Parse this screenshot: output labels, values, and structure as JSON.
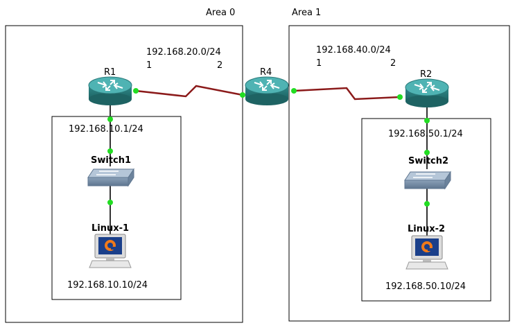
{
  "areas": [
    {
      "label": "Area 0"
    },
    {
      "label": "Area 1"
    }
  ],
  "links": [
    {
      "network": "192.168.20.0/24",
      "end_a": "1",
      "end_b": "2"
    },
    {
      "network": "192.168.40.0/24",
      "end_a": "1",
      "end_b": "2"
    }
  ],
  "routers": [
    {
      "name": "R1"
    },
    {
      "name": "R4"
    },
    {
      "name": "R2"
    }
  ],
  "switches": [
    {
      "name": "Switch1"
    },
    {
      "name": "Switch2"
    }
  ],
  "hosts": [
    {
      "name": "Linux-1",
      "ip": "192.168.10.10/24"
    },
    {
      "name": "Linux-2",
      "ip": "192.168.50.10/24"
    }
  ],
  "lan_gateways": [
    {
      "ip": "192.168.10.1/24"
    },
    {
      "ip": "192.168.50.1/24"
    }
  ],
  "colors": {
    "router_body": "#2f8a8a",
    "router_top": "#4fb3b3",
    "serial_link": "#8b1a1a",
    "eth_link": "#333333",
    "port_dot": "#22dd22",
    "switch_body": "#8aa0b8"
  }
}
